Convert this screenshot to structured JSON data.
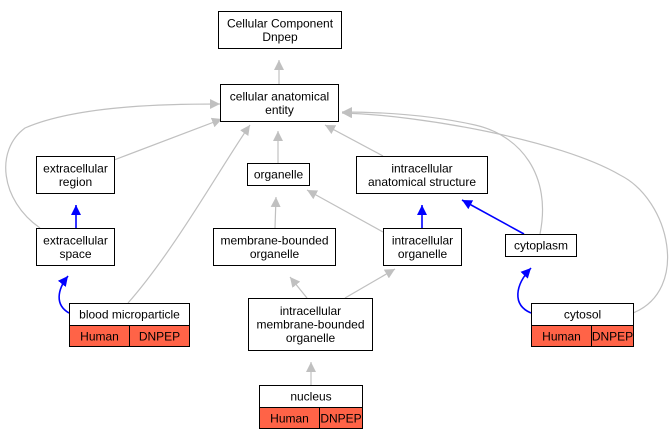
{
  "colors": {
    "background": "#ffffff",
    "node_border": "#000000",
    "is_a_edge": "#c0c0c0",
    "part_of_edge": "#0000ff",
    "annotation_fill": "#ff6347"
  },
  "nodes": [
    {
      "id": "root",
      "lines": [
        "Cellular Component",
        "Dnpep"
      ]
    },
    {
      "id": "cae",
      "lines": [
        "cellular anatomical",
        "entity"
      ]
    },
    {
      "id": "exreg",
      "lines": [
        "extracellular",
        "region"
      ]
    },
    {
      "id": "organelle",
      "lines": [
        "organelle"
      ]
    },
    {
      "id": "ias",
      "lines": [
        "intracellular",
        "anatomical structure"
      ]
    },
    {
      "id": "exspace",
      "lines": [
        "extracellular",
        "space"
      ]
    },
    {
      "id": "mbo",
      "lines": [
        "membrane-bounded",
        "organelle"
      ]
    },
    {
      "id": "io",
      "lines": [
        "intracellular",
        "organelle"
      ]
    },
    {
      "id": "cytoplasm",
      "lines": [
        "cytoplasm"
      ]
    },
    {
      "id": "bmp",
      "lines": [
        "blood microparticle"
      ],
      "tags": [
        "Human",
        "DNPEP"
      ]
    },
    {
      "id": "imbo",
      "lines": [
        "intracellular",
        "membrane-bounded",
        "organelle"
      ]
    },
    {
      "id": "cytosol",
      "lines": [
        "cytosol"
      ],
      "tags": [
        "Human",
        "DNPEP"
      ]
    },
    {
      "id": "nucleus",
      "lines": [
        "nucleus"
      ],
      "tags": [
        "Human",
        "DNPEP"
      ]
    }
  ],
  "edges": [
    {
      "from": "cae",
      "to": "root",
      "kind": "is_a"
    },
    {
      "from": "exreg",
      "to": "cae",
      "kind": "is_a"
    },
    {
      "from": "organelle",
      "to": "cae",
      "kind": "is_a"
    },
    {
      "from": "ias",
      "to": "cae",
      "kind": "is_a"
    },
    {
      "from": "exspace",
      "to": "cae",
      "kind": "is_a"
    },
    {
      "from": "exspace",
      "to": "exreg",
      "kind": "part_of"
    },
    {
      "from": "bmp",
      "to": "cae",
      "kind": "is_a"
    },
    {
      "from": "bmp",
      "to": "exspace",
      "kind": "part_of"
    },
    {
      "from": "mbo",
      "to": "organelle",
      "kind": "is_a"
    },
    {
      "from": "io",
      "to": "organelle",
      "kind": "is_a"
    },
    {
      "from": "io",
      "to": "ias",
      "kind": "part_of"
    },
    {
      "from": "cytoplasm",
      "to": "cae",
      "kind": "is_a"
    },
    {
      "from": "cytoplasm",
      "to": "ias",
      "kind": "part_of"
    },
    {
      "from": "imbo",
      "to": "mbo",
      "kind": "is_a"
    },
    {
      "from": "imbo",
      "to": "io",
      "kind": "is_a"
    },
    {
      "from": "cytosol",
      "to": "cae",
      "kind": "is_a"
    },
    {
      "from": "cytosol",
      "to": "cytoplasm",
      "kind": "part_of"
    },
    {
      "from": "nucleus",
      "to": "imbo",
      "kind": "is_a"
    }
  ]
}
